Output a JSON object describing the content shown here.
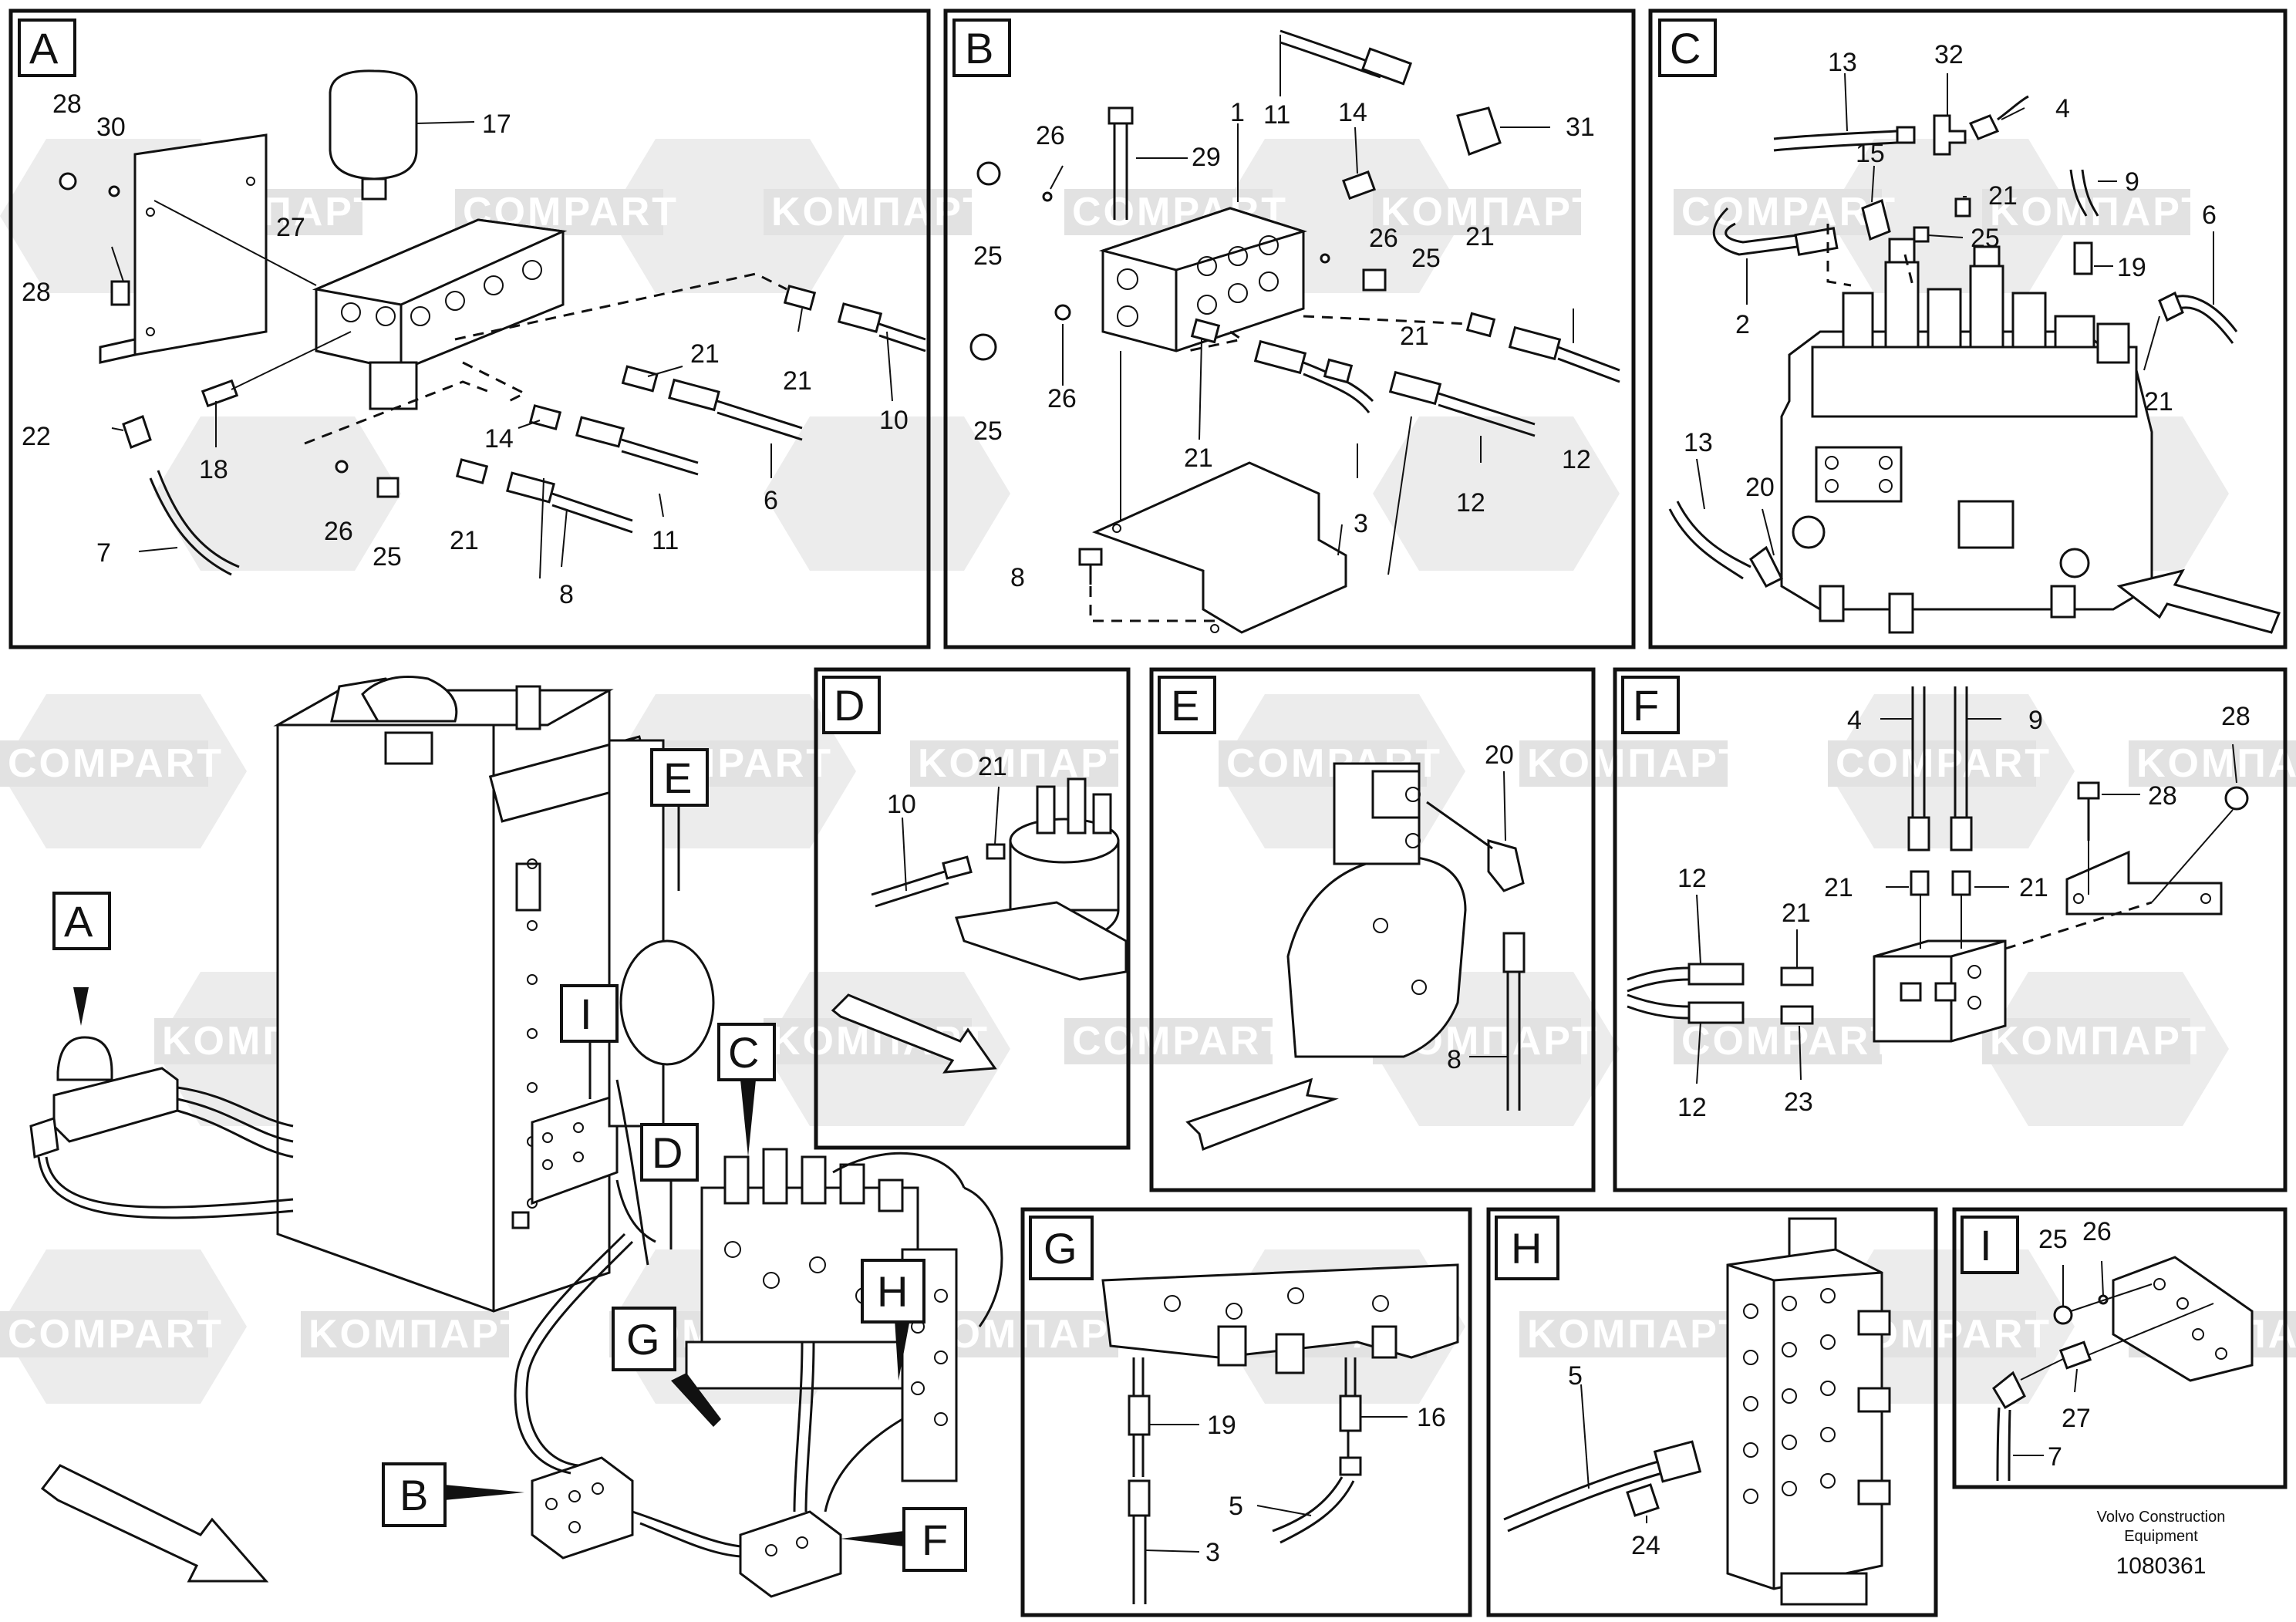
{
  "panels": {
    "A": {
      "tag": "A",
      "labels": [
        "28",
        "30",
        "28",
        "17",
        "27",
        "22",
        "18",
        "7",
        "21",
        "14",
        "26",
        "25",
        "21",
        "8",
        "11",
        "6",
        "21",
        "10"
      ]
    },
    "B": {
      "tag": "B",
      "labels": [
        "26",
        "29",
        "1",
        "11",
        "14",
        "31",
        "25",
        "26",
        "25",
        "21",
        "26",
        "25",
        "21",
        "21",
        "3",
        "12",
        "12",
        "8"
      ]
    },
    "C": {
      "tag": "C",
      "labels": [
        "13",
        "32",
        "4",
        "15",
        "21",
        "9",
        "25",
        "6",
        "19",
        "2",
        "21",
        "13",
        "20"
      ]
    },
    "D": {
      "tag": "D",
      "labels": [
        "21",
        "10"
      ]
    },
    "E": {
      "tag": "E",
      "labels": [
        "20",
        "8"
      ]
    },
    "F": {
      "tag": "F",
      "labels": [
        "4",
        "9",
        "28",
        "28",
        "21",
        "21",
        "12",
        "21",
        "12",
        "23"
      ]
    },
    "G": {
      "tag": "G",
      "labels": [
        "19",
        "16",
        "5",
        "3"
      ]
    },
    "H": {
      "tag": "H",
      "labels": [
        "5",
        "24"
      ]
    },
    "I": {
      "tag": "I",
      "labels": [
        "25",
        "26",
        "27",
        "7"
      ]
    }
  },
  "overview": {
    "callouts": [
      "E",
      "A",
      "I",
      "C",
      "D",
      "G",
      "H",
      "B",
      "F"
    ]
  },
  "watermarks": [
    "KOMПАРТ",
    "COMPART"
  ],
  "footer": {
    "company_line1": "Volvo Construction",
    "company_line2": "Equipment",
    "part_number": "1080361"
  },
  "colors": {
    "line": "#111111",
    "watermark": "#e6e6e6",
    "background": "#ffffff"
  }
}
